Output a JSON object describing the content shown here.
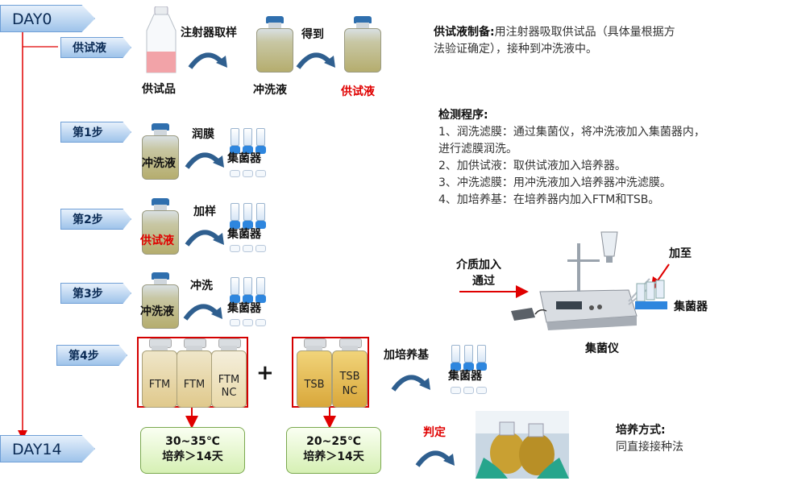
{
  "days": {
    "start": "DAY0",
    "end": "DAY14"
  },
  "steps": {
    "prep": "供试液",
    "s1": "第1步",
    "s2": "第2步",
    "s3": "第3步",
    "s4": "第4步"
  },
  "prep_row": {
    "sample": "供试品",
    "action1": "注射器取样",
    "rinse": "冲洗液",
    "action2": "得到",
    "result": "供试液"
  },
  "step1": {
    "bottle": "冲洗液",
    "action": "润膜",
    "target": "集菌器"
  },
  "step2": {
    "bottle": "供试液",
    "action": "加样",
    "target": "集菌器"
  },
  "step3": {
    "bottle": "冲洗液",
    "action": "冲洗",
    "target": "集菌器"
  },
  "step4": {
    "ftm_a": "FTM",
    "ftm_b": "FTM",
    "ftm_nc_1": "FTM",
    "ftm_nc_2": "NC",
    "plus": "+",
    "tsb": "TSB",
    "tsb_nc_1": "TSB",
    "tsb_nc_2": "NC",
    "action": "加培养基",
    "target": "集菌器"
  },
  "incubation": {
    "ftm_temp": "30~35℃",
    "ftm_time": "培养＞14天",
    "tsb_temp": "20~25℃",
    "tsb_time": "培养＞14天",
    "judge": "判定"
  },
  "text": {
    "prep_title": "供试液制备:",
    "prep_body_1": "用注射器吸取供试品（具体量根据方",
    "prep_body_2": "法验证确定），接种到冲洗液中。",
    "proc_title": "检测程序:",
    "proc_1a": "1、润洗滤膜：通过集菌仪，将冲洗液加入集菌器内，",
    "proc_1b": "进行滤膜润洗。",
    "proc_2": "2、加供试液：取供试液加入培养器。",
    "proc_3": "3、冲洗滤膜：用冲洗液加入培养器冲洗滤膜。",
    "proc_4": "4、加培养基：在培养器内加入FTM和TSB。",
    "culture_title": "培养方式:",
    "culture_body": "同直接接种法"
  },
  "device": {
    "input_1": "介质加入",
    "input_2": "通过",
    "add_to": "加至",
    "collector": "集菌器",
    "instrument": "集菌仪"
  },
  "colors": {
    "accent_red": "#e00000",
    "arrow_blue": "#2f5f8f",
    "tag_blue": "#9ec3ea"
  }
}
